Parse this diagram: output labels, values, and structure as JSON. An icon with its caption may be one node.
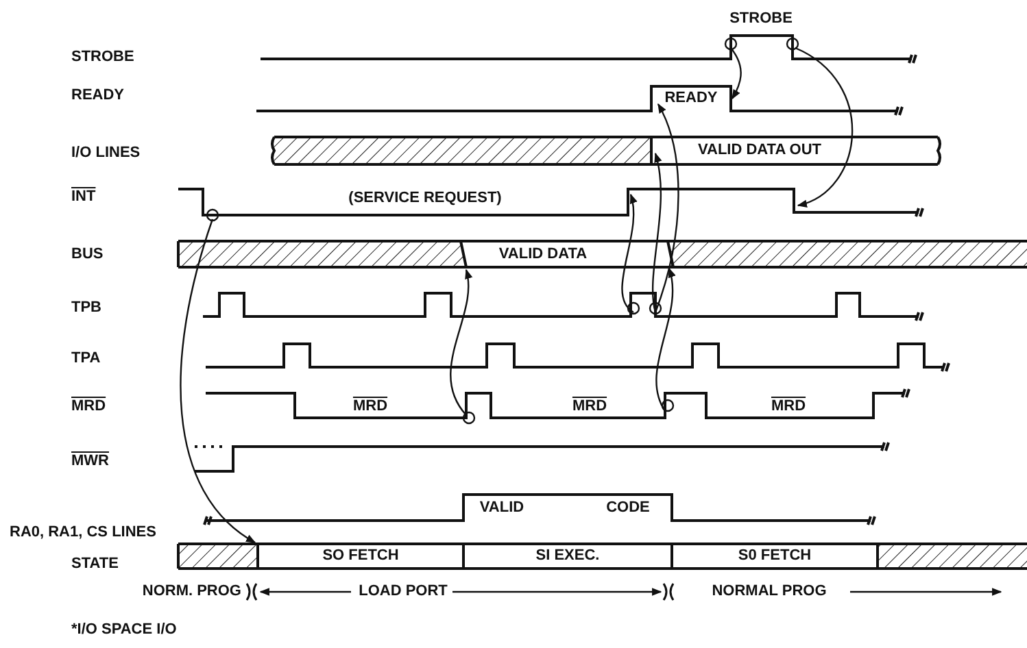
{
  "diagram": {
    "labels": [
      "STROBE",
      "STROBE",
      "READY",
      "READY",
      "I/O LINES",
      "VALID DATA OUT",
      "INT",
      "(SERVICE REQUEST)",
      "BUS",
      "VALID DATA",
      "TPB",
      "TPA",
      "MRD",
      "MRD",
      "MRD",
      "MRD",
      "MWR",
      "VALID",
      "CODE",
      "RA0, RA1, CS LINES",
      "STATE",
      "SO FETCH",
      "SI EXEC.",
      "S0 FETCH",
      "NORM. PROG",
      "LOAD PORT",
      "NORMAL PROG",
      "*I/O SPACE I/O"
    ]
  }
}
